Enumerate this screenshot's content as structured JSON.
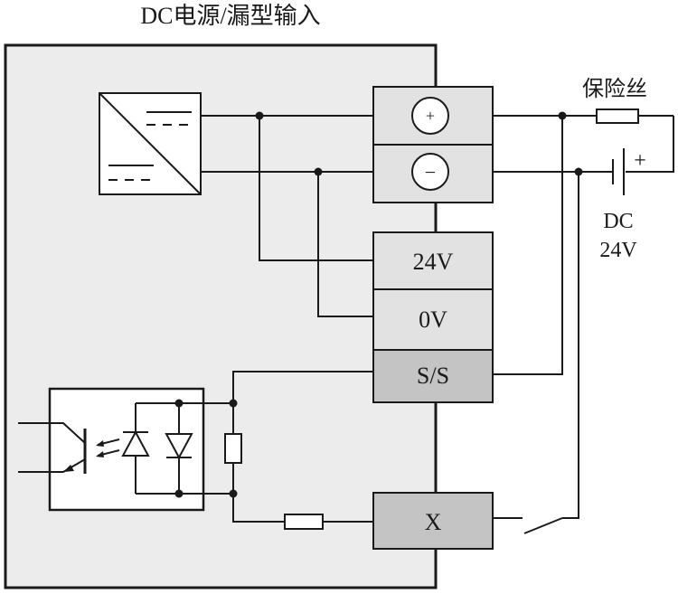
{
  "title": "DC电源/漏型输入",
  "fuse_label": "保险丝",
  "battery_polarity": "+",
  "supply_label_line1": "DC",
  "supply_label_line2": "24V",
  "terminals": {
    "plus": "+",
    "minus": "−",
    "v24": "24V",
    "v0": "0V",
    "ss": "S/S",
    "x": "X"
  },
  "colors": {
    "panel": "#ececec",
    "terminal_light": "#e2e2e2",
    "terminal_dark": "#c4c4c4",
    "line": "#1a1a1a"
  }
}
